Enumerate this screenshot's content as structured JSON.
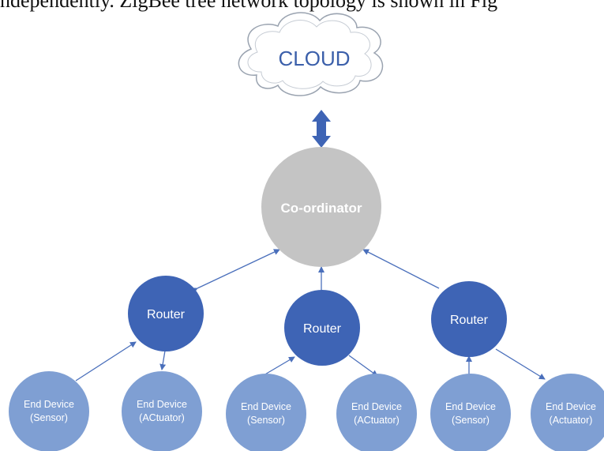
{
  "caption": "ndependently. ZigBee tree network topology is shown in Fig",
  "cloud": {
    "label": "CLOUD"
  },
  "coordinator": {
    "label": "Co-ordinator"
  },
  "routers": [
    {
      "label": "Router"
    },
    {
      "label": "Router"
    },
    {
      "label": "Router"
    }
  ],
  "end_devices": [
    {
      "line1": "End Device",
      "line2": "(Sensor)"
    },
    {
      "line1": "End Device",
      "line2": "(ACtuator)"
    },
    {
      "line1": "End Device",
      "line2": "(Sensor)"
    },
    {
      "line1": "End Device",
      "line2": "(ACtuator)"
    },
    {
      "line1": "End Device",
      "line2": "(Sensor)"
    },
    {
      "line1": "End Device",
      "line2": "(Actuator)"
    }
  ],
  "colors": {
    "coordinator": "#c4c4c4",
    "router": "#3e64b5",
    "end_device": "#7f9fd3",
    "link": "#4a6fbb",
    "cloud_stroke": "#9aa3b0",
    "cloud_text": "#3b5faa"
  }
}
